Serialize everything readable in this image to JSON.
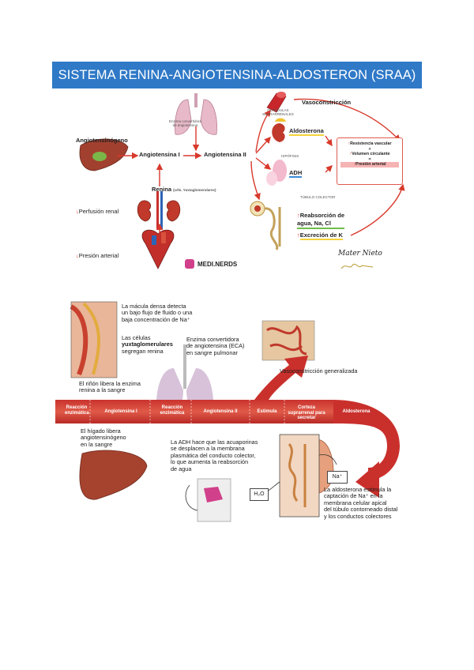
{
  "title": "SISTEMA RENINA-ANGIOTENSINA-ALDOSTERON (SRAA)",
  "fig1": {
    "angiotensinogeno": "Angiotensinógeno",
    "angiotensina1": "Angiotensina I",
    "angiotensina2": "Angiotensina II",
    "enzima": [
      "Enzima convertidora",
      "de angiotensina"
    ],
    "renina": "Renina",
    "renina_note": "(céls. Yuxtaglomerulares)",
    "perfusion": "Perfusión renal",
    "presion": "Presión arterial",
    "vasoconstriccion": "Vasoconstricción",
    "gland_note": [
      "GLÁNDULAS",
      "SUPRARRENALES"
    ],
    "aldosterona": "Aldosterona",
    "hipofisis_note": "HIPÓFISIS",
    "adh": "ADH",
    "tubulo_note": "TÚBULO COLECTOR",
    "reabsorcion": [
      "Reabsorción de",
      "agua, Na, Cl"
    ],
    "excrecion": "Excreción de K",
    "effects": [
      "Resistencia vascular",
      "+",
      "Volumen circulante",
      "=",
      "Presión arterial"
    ],
    "brand": "MEDI.NERDS",
    "author": "Mater Nieto"
  },
  "fig2": {
    "macula": [
      "La mácula densa detecta",
      "un bajo flujo de fluido o una",
      "baja concentración de Na⁺"
    ],
    "celulas": [
      "Las células",
      "yuxtaglomerulares",
      "segregan renina"
    ],
    "enzima": [
      "Enzima convertidora",
      "de angiotensina (ECA)",
      "en sangre pulmonar"
    ],
    "vasocon": "Vasoconstricción generalizada",
    "rinon": [
      "El riñón libera la enzima",
      "renina a la sangre"
    ],
    "band": [
      "Reacción enzimática",
      "Angiotensina I",
      "Reacción enzimática",
      "Angiotensina II",
      "Estimula",
      "Corteza suprarrenal para secretar",
      "Aldosterona"
    ],
    "higado": [
      "El hígado libera",
      "angiotensinógeno",
      "en la sangre"
    ],
    "adh": [
      "La ADH hace que las acuaporinas",
      "se desplacen a la membrana",
      "plasmática del conducto colector,",
      "lo que aumenta la reabsorción",
      "de agua"
    ],
    "na": "Na⁺",
    "h2o": "H₂O",
    "aldo": [
      "La aldosterona estimula la",
      "captación de Na⁺ en la",
      "membrana celular apical",
      "del túbulo contorneado distal",
      "y los conductos colectores"
    ]
  }
}
